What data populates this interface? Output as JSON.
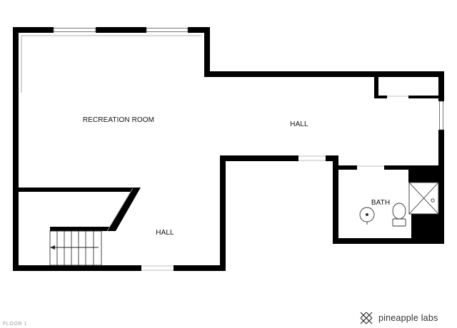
{
  "rooms": {
    "recreation": "RECREATION ROOM",
    "hall_upper": "HALL",
    "hall_lower": "HALL",
    "bath": "BATH"
  },
  "floor_label": "FLOOR 1",
  "brand": "pineapple labs",
  "colors": {
    "wall": "#000000",
    "background": "#ffffff",
    "muted_text": "#9a9a9a"
  },
  "icons": [
    "stair-arrow-icon",
    "sink-icon",
    "toilet-icon",
    "shower-icon",
    "pineapple-logo-icon"
  ]
}
